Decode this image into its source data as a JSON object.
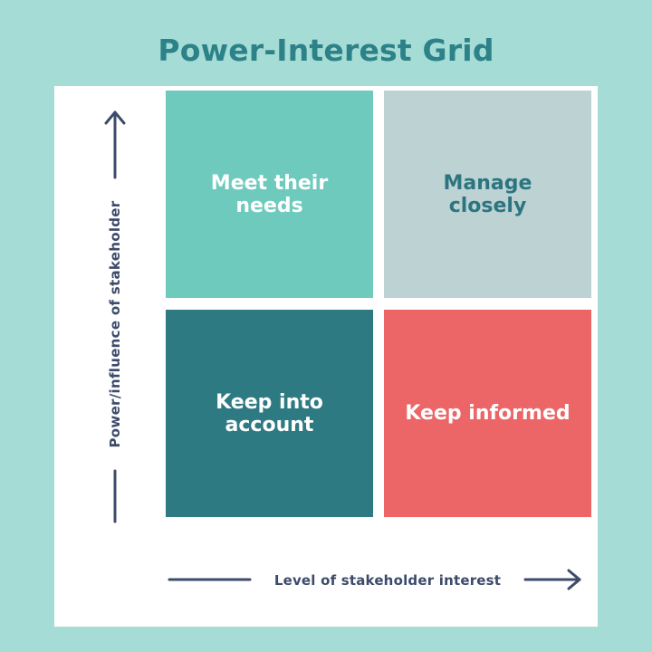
{
  "title": "Power-Interest Grid",
  "y_axis_label": "Power/influence of stakeholder",
  "x_axis_label": "Level of stakeholder interest",
  "quadrants": [
    {
      "label": "Meet their\nneeds",
      "bg": "#6ecabd",
      "text_color": "#ffffff"
    },
    {
      "label": "Manage\nclosely",
      "bg": "#bdd2d2",
      "text_color": "#2c7580"
    },
    {
      "label": "Keep into\naccount",
      "bg": "#2e7a83",
      "text_color": "#ffffff"
    },
    {
      "label": "Keep informed",
      "bg": "#ec6567",
      "text_color": "#ffffff"
    }
  ],
  "colors": {
    "background": "#a5dcd6",
    "panel": "#ffffff",
    "title": "#2c8288",
    "axis": "#3d4b6b"
  }
}
